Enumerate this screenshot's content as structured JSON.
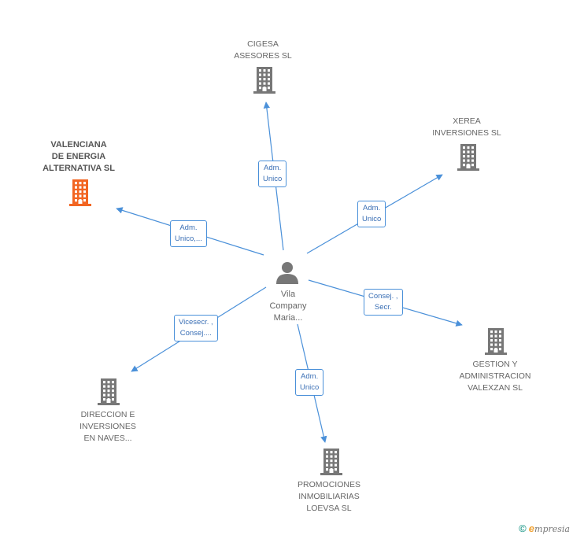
{
  "center": {
    "name_lines": [
      "Vila",
      "Company",
      "Maria..."
    ],
    "icon": "person-icon"
  },
  "nodes": [
    {
      "id": "cigesa",
      "lines": [
        "CIGESA",
        "ASESORES SL"
      ],
      "icon": "building-icon",
      "color": "#777777"
    },
    {
      "id": "xerea",
      "lines": [
        "XEREA",
        "INVERSIONES SL"
      ],
      "icon": "building-icon",
      "color": "#777777"
    },
    {
      "id": "valenciana",
      "lines": [
        "VALENCIANA",
        "DE ENERGIA",
        "ALTERNATIVA SL"
      ],
      "icon": "building-icon",
      "color": "#f26522"
    },
    {
      "id": "gestion",
      "lines": [
        "GESTION Y",
        "ADMINISTRACION",
        "VALEXZAN  SL"
      ],
      "icon": "building-icon",
      "color": "#777777"
    },
    {
      "id": "direccion",
      "lines": [
        "DIRECCION E",
        "INVERSIONES",
        "EN NAVES..."
      ],
      "icon": "building-icon",
      "color": "#777777"
    },
    {
      "id": "promociones",
      "lines": [
        "PROMOCIONES",
        "INMOBILIARIAS",
        "LOEVSA SL"
      ],
      "icon": "building-icon",
      "color": "#777777"
    }
  ],
  "edges": [
    {
      "to": "cigesa",
      "label": [
        "Adm.",
        "Unico"
      ]
    },
    {
      "to": "xerea",
      "label": [
        "Adm.",
        "Unico"
      ]
    },
    {
      "to": "valenciana",
      "label": [
        "Adm.",
        "Unico,..."
      ]
    },
    {
      "to": "gestion",
      "label": [
        "Consej. ,",
        "Secr."
      ]
    },
    {
      "to": "direccion",
      "label": [
        "Vicesecr. ,",
        "Consej...."
      ]
    },
    {
      "to": "promociones",
      "label": [
        "Adm.",
        "Unico"
      ]
    }
  ],
  "colors": {
    "edge": "#4a90d9",
    "building": "#777777",
    "highlight": "#f26522",
    "person": "#777777"
  },
  "footer": {
    "copyright": "©",
    "brand_initial": "e",
    "brand_rest": "mpresia"
  }
}
